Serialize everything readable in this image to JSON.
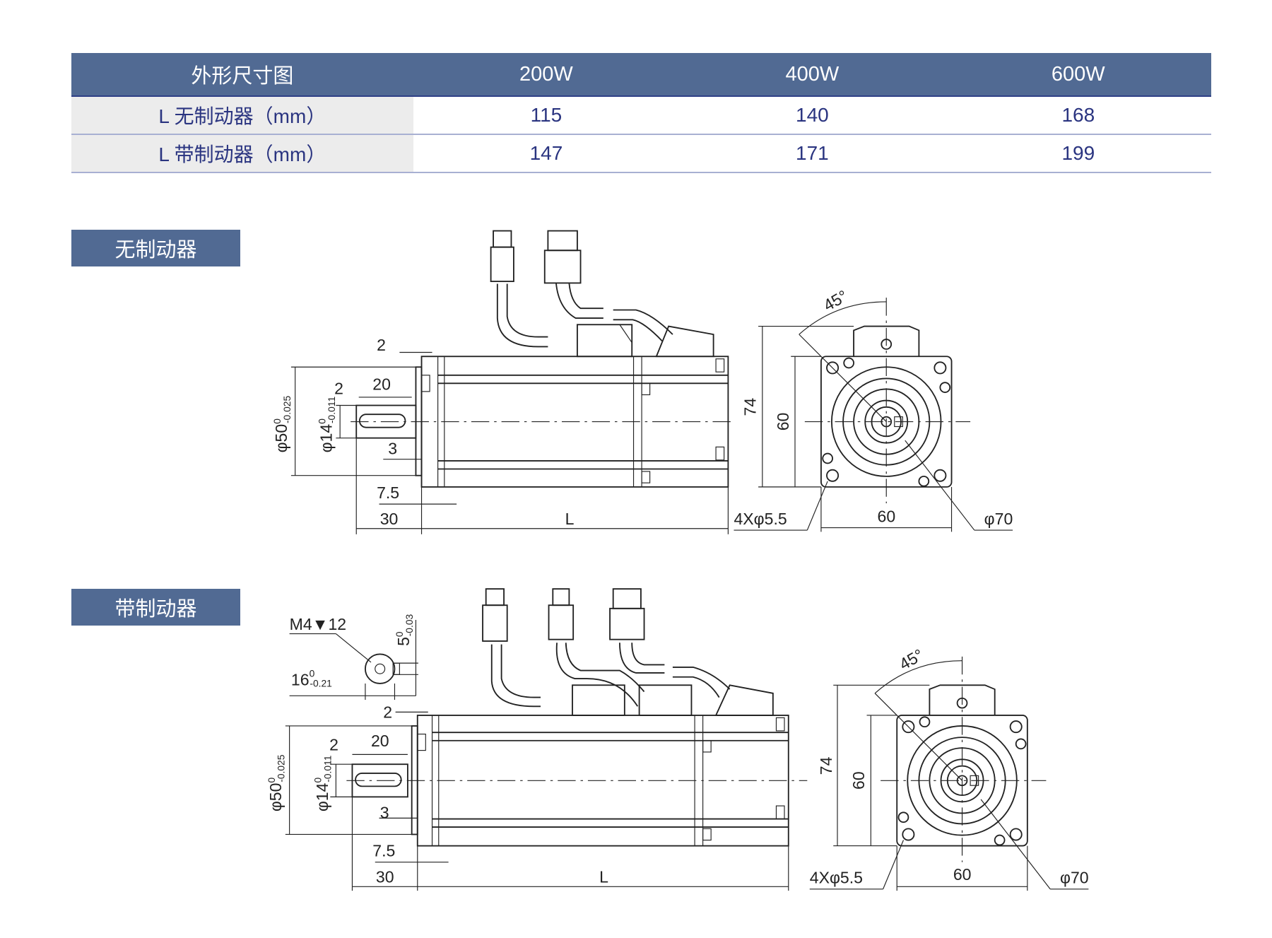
{
  "table": {
    "header": [
      "外形尺寸图",
      "200W",
      "400W",
      "600W"
    ],
    "rows": [
      {
        "label": "L 无制动器（mm）",
        "values": [
          "115",
          "140",
          "168"
        ]
      },
      {
        "label": "L 带制动器（mm）",
        "values": [
          "147",
          "171",
          "199"
        ]
      }
    ]
  },
  "sections": {
    "no_brake": "无制动器",
    "brake": "带制动器"
  },
  "dims": {
    "d2": "2",
    "d20": "20",
    "d3": "3",
    "d75": "7.5",
    "d30": "30",
    "L": "L",
    "phi50": "φ50",
    "phi50_upper": "0",
    "phi50_lower": "-0.025",
    "phi14": "φ14",
    "phi14_upper": "0",
    "phi14_lower": "-0.011",
    "d74": "74",
    "d60": "60",
    "angle": "45°",
    "holes": "4Xφ5.5",
    "phi70": "φ70",
    "m4": "M4▼12",
    "key16": "16",
    "key16_upper": "0",
    "key16_lower": "-0.21",
    "key5": "5",
    "key5_upper": "0",
    "key5_lower": "-0.03"
  },
  "colors": {
    "header": "#516a93",
    "text": "#2a3480"
  }
}
